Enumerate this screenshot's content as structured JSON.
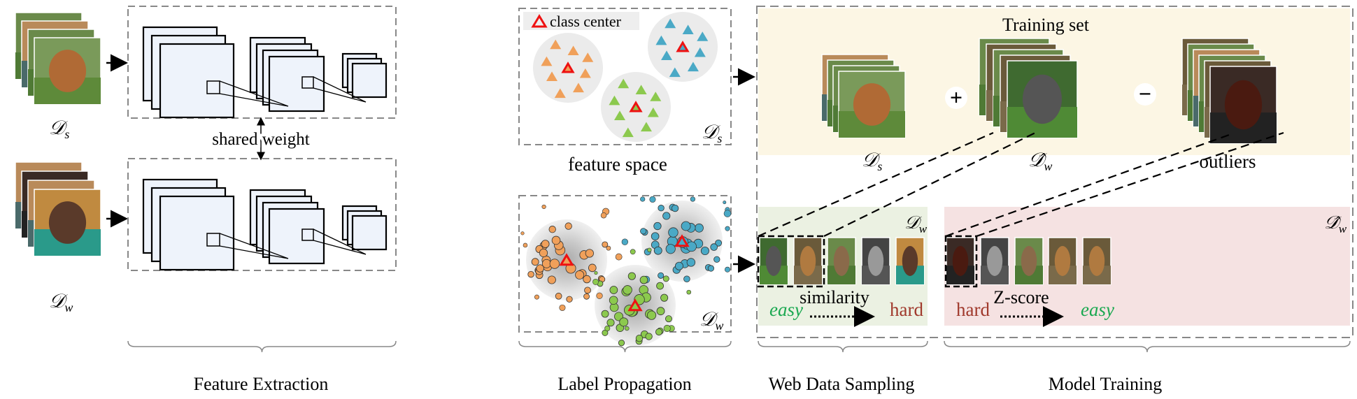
{
  "inputs": {
    "source": {
      "main": "𝒟",
      "sub": "s"
    },
    "web": {
      "main": "𝒟",
      "sub": "w"
    }
  },
  "feature_extraction": {
    "shared_weight": "shared weight"
  },
  "feature_space": {
    "legend": "class center",
    "label": "feature space",
    "top_set": {
      "main": "𝒟",
      "sub": "s"
    },
    "bottom_set": {
      "main": "𝒟",
      "sub": "w"
    },
    "class_colors": [
      "#f0a05a",
      "#4aa9c6",
      "#8cc94e"
    ],
    "center_color": "#ee1111"
  },
  "training_set": {
    "title": "Training set",
    "plus": "+",
    "minus": "−",
    "source": {
      "main": "𝒟",
      "sub": "s"
    },
    "web_hat": {
      "main": "𝒟̂",
      "sub": "w"
    },
    "outliers": "outliers",
    "background": "#fcf6e4"
  },
  "sampling": {
    "set": {
      "main": "𝒟",
      "sub": "w"
    },
    "easy": "easy",
    "arrow_label": "similarity",
    "hard": "hard",
    "background": "#ebf1e2"
  },
  "training": {
    "set": {
      "main": "𝒟̂",
      "sub": "w"
    },
    "hard": "hard",
    "arrow_label": "Z-score",
    "easy": "easy",
    "background": "#f5e2e2"
  },
  "colors": {
    "easy": "#1aa850",
    "hard": "#a0392c"
  },
  "stages": [
    "Feature Extraction",
    "Label Propagation",
    "Web Data Sampling",
    "Model Training"
  ]
}
